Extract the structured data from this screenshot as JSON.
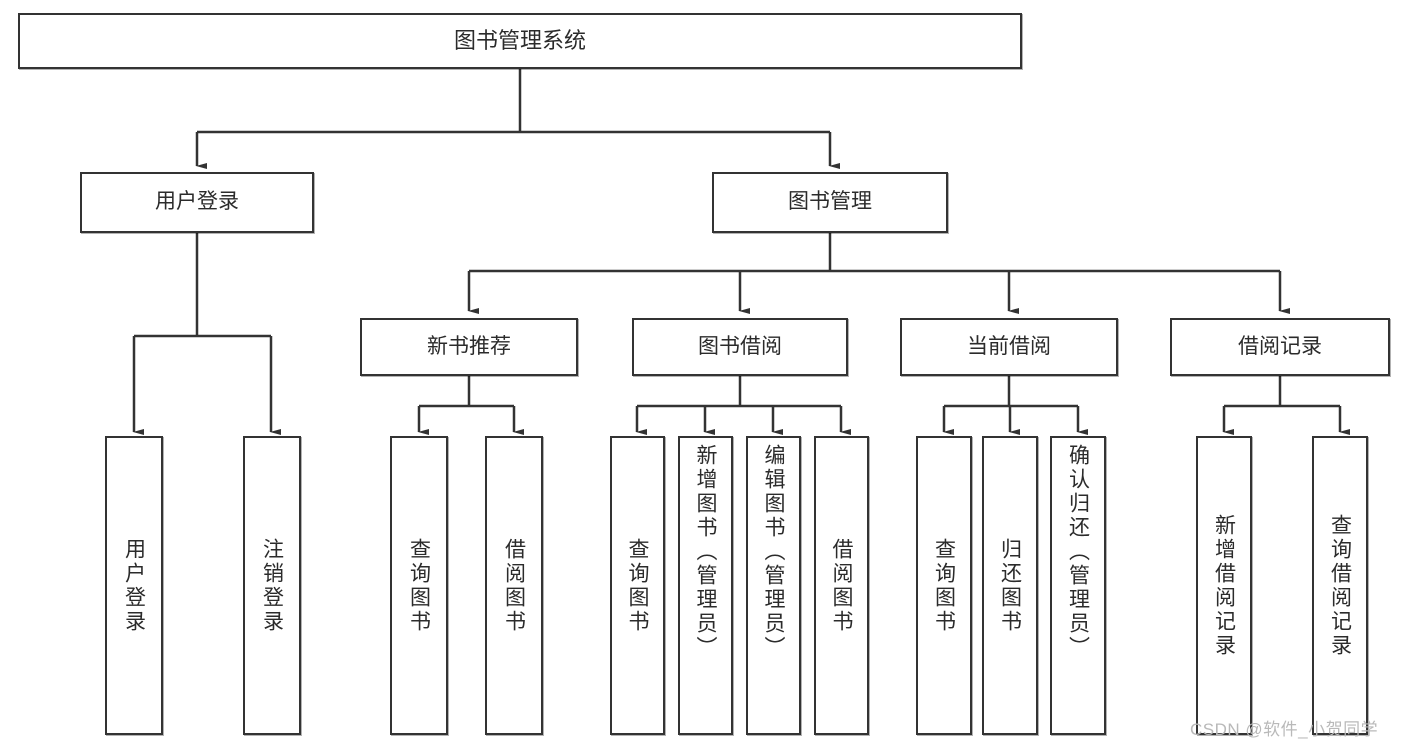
{
  "diagram": {
    "type": "tree",
    "title": "图书管理系统",
    "colors": {
      "box_border": "#333333",
      "box_fill": "#ffffff",
      "text": "#2b2b2b",
      "connector": "#333333",
      "watermark": "#b9b9b9"
    },
    "root": {
      "label": "图书管理系统"
    },
    "level2": [
      {
        "label": "用户登录"
      },
      {
        "label": "图书管理"
      }
    ],
    "level3": [
      {
        "label": "新书推荐"
      },
      {
        "label": "图书借阅"
      },
      {
        "label": "当前借阅"
      },
      {
        "label": "借阅记录"
      }
    ],
    "leaves": {
      "user_login": [
        {
          "label": "用户登录"
        },
        {
          "label": "注销登录"
        }
      ],
      "new_book_recommend": [
        {
          "label": "查询图书"
        },
        {
          "label": "借阅图书"
        }
      ],
      "book_borrow": [
        {
          "label": "查询图书"
        },
        {
          "label": "新增图书（管理员）"
        },
        {
          "label": "编辑图书（管理员）"
        },
        {
          "label": "借阅图书"
        }
      ],
      "current_borrow": [
        {
          "label": "查询图书"
        },
        {
          "label": "归还图书"
        },
        {
          "label": "确认归还（管理员）"
        }
      ],
      "borrow_record": [
        {
          "label": "新增借阅记录"
        },
        {
          "label": "查询借阅记录"
        }
      ]
    }
  },
  "watermark": {
    "text": "CSDN @软件_小贺同学"
  }
}
